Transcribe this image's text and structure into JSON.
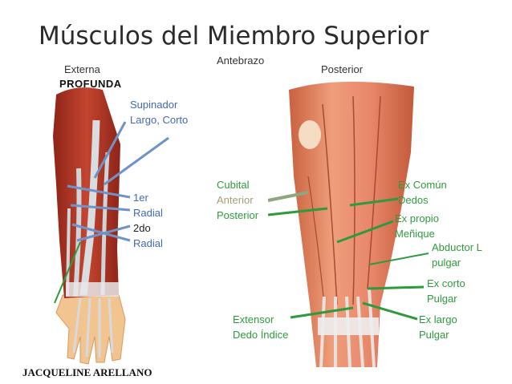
{
  "title": "Músculos del Miembro Superior",
  "subtitle": "Antebrazo",
  "left_view": {
    "view_label": "Externa",
    "image_caption": "PROFUNDA",
    "labels": [
      {
        "id": "supinador",
        "lines": [
          "Supinador",
          "Largo, Corto"
        ]
      },
      {
        "id": "radiales",
        "lines": [
          "1er",
          "Radial",
          "2do",
          "Radial"
        ]
      }
    ]
  },
  "right_view": {
    "view_label": "Posterior",
    "labels": [
      {
        "id": "cubital",
        "lines": [
          "Cubital",
          "Anterior",
          "Posterior"
        ]
      },
      {
        "id": "ex-comun",
        "lines": [
          "Ex Común",
          "Dedos"
        ]
      },
      {
        "id": "ex-propio",
        "lines": [
          "Ex propio",
          "Meñique"
        ]
      },
      {
        "id": "abductor",
        "lines": [
          "Abductor L",
          "pulgar"
        ]
      },
      {
        "id": "ex-corto",
        "lines": [
          "Ex corto",
          "Pulgar"
        ]
      },
      {
        "id": "ex-largo",
        "lines": [
          "Ex largo",
          "Pulgar"
        ]
      },
      {
        "id": "extensor",
        "lines": [
          "Extensor",
          "Dedo Índice"
        ]
      }
    ]
  },
  "author": "JACQUELINE ARELLANO",
  "colors": {
    "label_blue": "#4169b8",
    "label_green": "#2e9a3e",
    "muscle_red": "#b83a2c",
    "muscle_salmon": "#e99a78",
    "tendon": "#d9dde0",
    "skin": "#f2c48f"
  }
}
